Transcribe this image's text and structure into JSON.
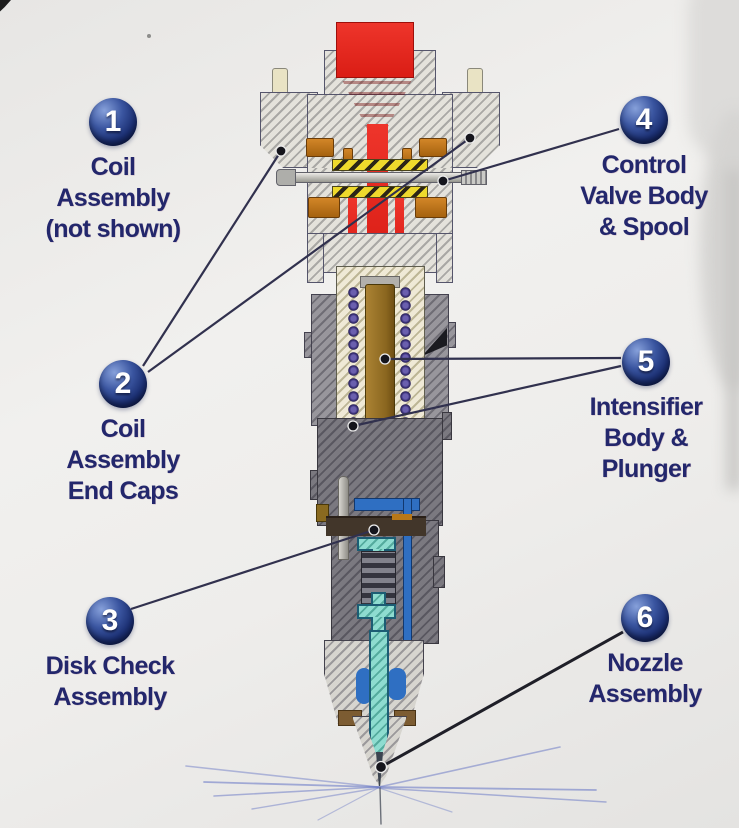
{
  "diagram": {
    "subject": "fuel-injector-cutaway",
    "callouts": [
      {
        "number": "1",
        "lines": [
          "Coil",
          "Assembly",
          "(not shown)"
        ]
      },
      {
        "number": "2",
        "lines": [
          "Coil",
          "Assembly",
          "End Caps"
        ]
      },
      {
        "number": "3",
        "lines": [
          "Disk Check",
          "Assembly"
        ]
      },
      {
        "number": "4",
        "lines": [
          "Control",
          "Valve Body",
          "& Spool"
        ]
      },
      {
        "number": "5",
        "lines": [
          "Intensifier",
          "Body &",
          "Plunger"
        ]
      },
      {
        "number": "6",
        "lines": [
          "Nozzle",
          "Assembly"
        ]
      }
    ],
    "colors": {
      "badge_blue": "#1b2f72",
      "label_navy": "#23276c",
      "leader_line": "#31314e",
      "injector_red": "#e3251d",
      "coil_yellow": "#ecd82a",
      "end_cap_orange": "#c8791f",
      "plunger_brown": "#9a762c",
      "fuel_blue": "#2f6fc2",
      "needle_teal": "#7fd2c6",
      "body_gray": "#8a888e",
      "background": "#eeedeb"
    }
  }
}
